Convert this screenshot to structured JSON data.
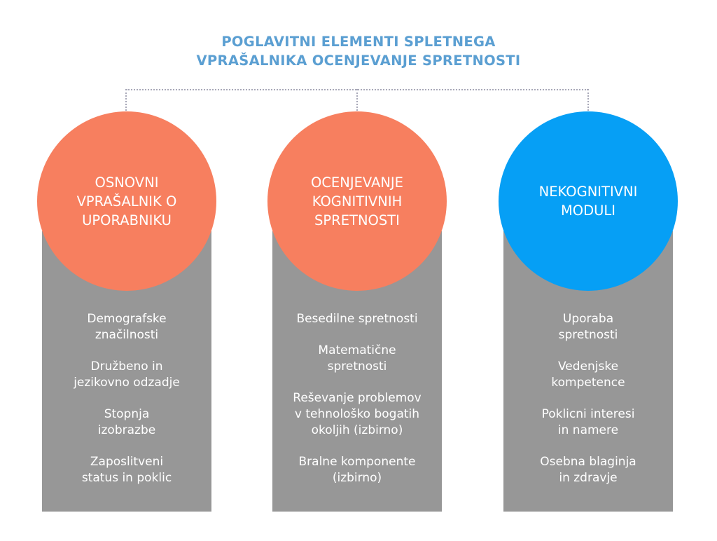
{
  "title": {
    "line1": "POGLAVITNI ELEMENTI SPLETNEGA",
    "line2": "VPRAŠALNIKA OCENJEVANJE SPRETNOSTI"
  },
  "colors": {
    "title": "#5b9fd2",
    "orange": "#f77f5f",
    "blue": "#069ff5",
    "gray": "#979797"
  },
  "columns": [
    {
      "heading": [
        "OSNOVNI",
        "VPRAŠALNIK O",
        "UPORABNIKU"
      ],
      "items": [
        [
          "Demografske",
          "značilnosti"
        ],
        [
          "Družbeno in",
          "jezikovno odzadje"
        ],
        [
          "Stopnja",
          "izobrazbe"
        ],
        [
          "Zaposlitveni",
          "status in poklic"
        ]
      ]
    },
    {
      "heading": [
        "OCENJEVANJE",
        "KOGNITIVNIH",
        "SPRETNOSTI"
      ],
      "items": [
        [
          "Besedilne spretnosti"
        ],
        [
          "Matematične",
          "spretnosti"
        ],
        [
          "Reševanje problemov",
          "v tehnološko bogatih",
          "okoljih (izbirno)"
        ],
        [
          "Bralne komponente",
          "(izbirno)"
        ]
      ]
    },
    {
      "heading": [
        "NEKOGNITIVNI",
        "MODULI"
      ],
      "items": [
        [
          "Uporaba",
          "spretnosti"
        ],
        [
          "Vedenjske",
          "kompetence"
        ],
        [
          "Poklicni interesi",
          "in namere"
        ],
        [
          "Osebna blaginja",
          "in zdravje"
        ]
      ]
    }
  ]
}
